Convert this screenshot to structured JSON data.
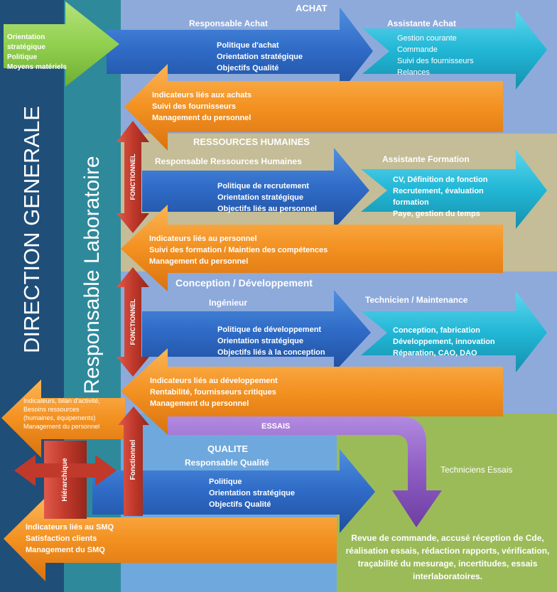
{
  "colors": {
    "direction_bar": "#1f4e79",
    "labo_bar": "#2e8a9b",
    "top_band": "#8eaadb",
    "hr_band": "#c4bd97",
    "concept_band": "#8eaadb",
    "qualite_band": "#6fa8dc",
    "essais_band": "#9bbb59",
    "green_arrow": "#92d050",
    "blue_arrow": "#2f6bc6",
    "cyan_arrow": "#22b7d6",
    "orange_arrow": "#f39121",
    "red_arrow": "#c0392b",
    "purple_arrow": "#8e5cc2"
  },
  "labels": {
    "direction_generale": "DIRECTION GENERALE",
    "responsable_laboratoire": "Responsable Laboratoire",
    "fonctionnel_1": "FONCTIONNEL",
    "fonctionnel_2": "FONCTIONNEL",
    "fonctionnel_3": "Fonctionnel",
    "hierarchique": "Hiérarchique"
  },
  "direction_input": [
    "Orientation",
    "stratégique",
    "Politique",
    "Moyens matériels"
  ],
  "achat": {
    "title": "ACHAT",
    "responsable": "Responsable Achat",
    "assistante": "Assistante Achat",
    "blue_items": [
      "Politique d'achat",
      "Orientation stratégique",
      "Objectifs Qualité"
    ],
    "cyan_items": [
      "Gestion courante",
      "Commande",
      "Suivi des fournisseurs",
      "Relances"
    ],
    "orange_items": [
      "Indicateurs liés aux achats",
      "Suivi des fournisseurs",
      "Management du personnel"
    ]
  },
  "rh": {
    "title": "RESSOURCES HUMAINES",
    "responsable": "Responsable Ressources Humaines",
    "assistante": "Assistante Formation",
    "blue_items": [
      "Politique  de recrutement",
      "Orientation stratégique",
      "Objectifs liés  au personnel"
    ],
    "cyan_items": [
      "CV, Définition de  fonction",
      "Recrutement, évaluation",
      "formation",
      "Paye, gestion du temps"
    ],
    "orange_items": [
      "Indicateurs liés au personnel",
      "Suivi des formation / Maintien des compétences",
      "Management du personnel"
    ]
  },
  "conception": {
    "title": "Conception / Développement",
    "responsable": "Ingénieur",
    "technicien": "Technicien / Maintenance",
    "blue_items": [
      "Politique  de développement",
      "Orientation stratégique",
      "Objectifs liés à la conception"
    ],
    "cyan_items": [
      "Conception, fabrication",
      "Développement, innovation",
      "Réparation, CAO, DAO"
    ],
    "orange_items": [
      "Indicateurs liés  au développement",
      "Rentabilité, fournisseurs critiques",
      "Management du personnel"
    ]
  },
  "labo_output": [
    "Indicateurs, bilan d'activité,",
    "Besoins ressources",
    "(humaines, équipements)",
    "Management du personnel"
  ],
  "essais": {
    "title": "ESSAIS",
    "techniciens": "Techniciens Essais",
    "items": [
      "Revue de commande, accusé réception de Cde,",
      "réalisation essais, rédaction rapports, vérification,",
      "traçabilité du mesurage, incertitudes, essais",
      "interlaboratoires."
    ]
  },
  "qualite": {
    "title": "QUALITE",
    "responsable": "Responsable Qualité",
    "blue_items": [
      "Politique",
      "Orientation stratégique",
      "Objectifs Qualité"
    ],
    "orange_items": [
      "Indicateurs liés au SMQ",
      "Satisfaction clients",
      "Management du SMQ"
    ]
  }
}
